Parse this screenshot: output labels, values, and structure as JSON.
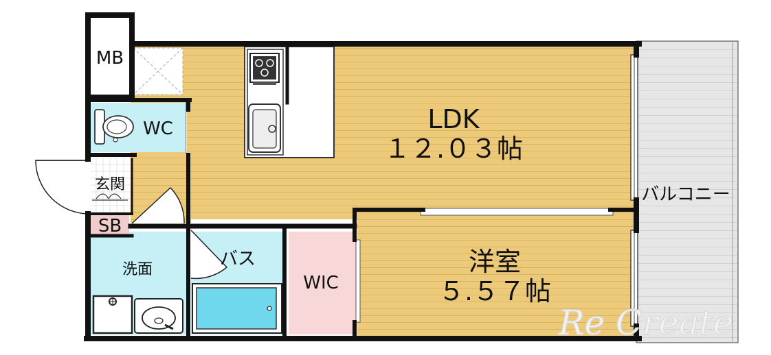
{
  "rooms": {
    "ldk": {
      "name": "LDK",
      "size": "１２.０３帖"
    },
    "western": {
      "name": "洋室",
      "size": "５.５７帖"
    },
    "wic": "WIC",
    "balcony": "バルコニー",
    "mb": "MB",
    "wc": "WC",
    "genkan": "玄関",
    "sb": "SB",
    "bath": "バス",
    "washroom": "洗面"
  },
  "watermark": "Re Create",
  "colors": {
    "floor_wood": "#ecca7a",
    "wet_area": "#c7eff6",
    "wic": "#f7d7d7",
    "balcony": "#e4e4e4",
    "sb": "#f0cccc",
    "wall": "#111111"
  }
}
